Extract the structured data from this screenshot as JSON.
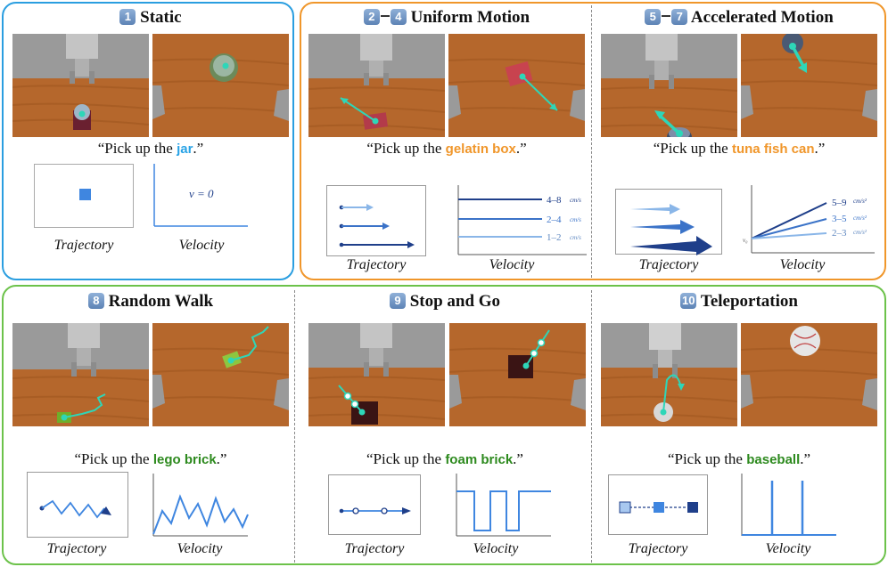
{
  "groups": [
    {
      "name": "static-group",
      "color": "#2a9ee0"
    },
    {
      "name": "motion-group",
      "color": "#f0962a"
    },
    {
      "name": "dynamic-group",
      "color": "#6cc24a"
    }
  ],
  "panels": [
    {
      "badge": "1",
      "badge2": "",
      "title": "Static",
      "caption_pre": "“Pick up the ",
      "object": "jar",
      "caption_post": ".”",
      "object_color": "#29a3e6"
    },
    {
      "badge": "2",
      "badge2": "4",
      "title": "Uniform Motion",
      "caption_pre": "“Pick up the ",
      "object": "gelatin box",
      "caption_post": ".”",
      "object_color": "#f0962a"
    },
    {
      "badge": "5",
      "badge2": "7",
      "title": "Accelerated Motion",
      "caption_pre": "“Pick up the ",
      "object": "tuna fish can",
      "caption_post": ".”",
      "object_color": "#f0962a"
    },
    {
      "badge": "8",
      "badge2": "",
      "title": "Random Walk",
      "caption_pre": "“Pick up the ",
      "object": "lego brick",
      "caption_post": ".”",
      "object_color": "#2d8a1e"
    },
    {
      "badge": "9",
      "badge2": "",
      "title": "Stop and Go",
      "caption_pre": "“Pick up the ",
      "object": "foam brick",
      "caption_post": ".”",
      "object_color": "#2d8a1e"
    },
    {
      "badge": "10",
      "badge2": "",
      "title": "Teleportation",
      "caption_pre": "“Pick up the ",
      "object": "baseball",
      "caption_post": ".”",
      "object_color": "#2d8a1e"
    }
  ],
  "labels": {
    "trajectory": "Trajectory",
    "velocity": "Velocity"
  },
  "static_velocity_label": "v = 0",
  "uniform_speed_labels": [
    "4–8",
    "2–4",
    "1–2"
  ],
  "uniform_speed_unit": "cm/s",
  "accel_labels": [
    "5–9",
    "3–5",
    "2–3"
  ],
  "accel_unit": "cm/s²",
  "accel_v0": "v₀",
  "colors": {
    "dark_blue": "#1f3f8a",
    "mid_blue": "#3b73c8",
    "light_blue": "#8ab6e8",
    "plot_blue": "#3f86e0",
    "cyan": "#2ed6b8",
    "wood": "#b5672c"
  }
}
